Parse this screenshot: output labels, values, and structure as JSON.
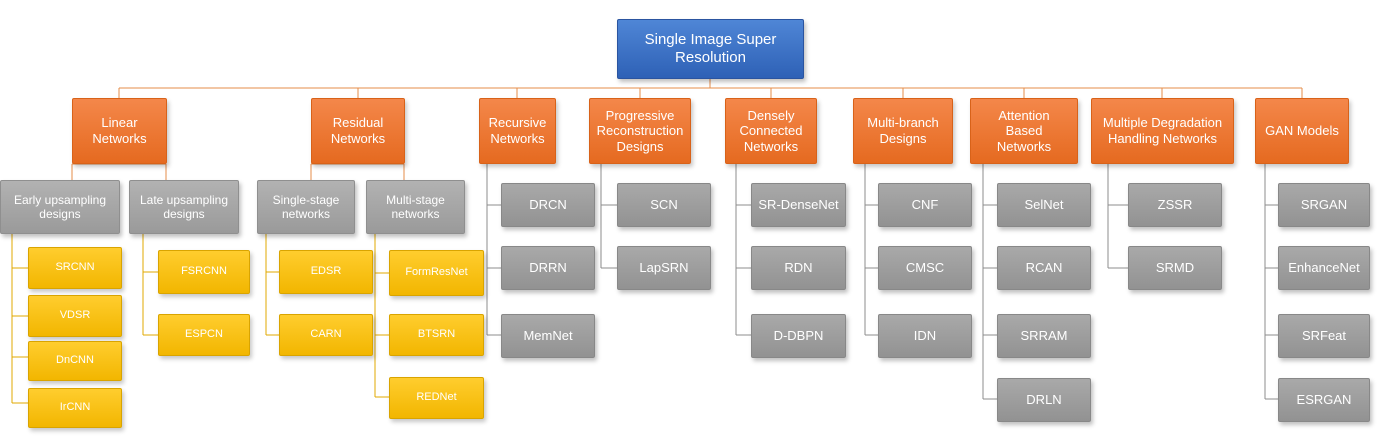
{
  "diagram": {
    "root": "Single Image Super\nResolution",
    "linear": {
      "label": "Linear\nNetworks",
      "early": {
        "label": "Early upsampling\ndesigns",
        "items": [
          "SRCNN",
          "VDSR",
          "DnCNN",
          "IrCNN"
        ]
      },
      "late": {
        "label": "Late upsampling\ndesigns",
        "items": [
          "FSRCNN",
          "ESPCN"
        ]
      }
    },
    "residual": {
      "label": "Residual\nNetworks",
      "single": {
        "label": "Single-stage\nnetworks",
        "items": [
          "EDSR",
          "CARN"
        ]
      },
      "multi": {
        "label": "Multi-stage\nnetworks",
        "items": [
          "FormResNet",
          "BTSRN",
          "REDNet"
        ]
      }
    },
    "recursive": {
      "label": "Recursive\nNetworks",
      "items": [
        "DRCN",
        "DRRN",
        "MemNet"
      ]
    },
    "progressive": {
      "label": "Progressive\nReconstruction\nDesigns",
      "items": [
        "SCN",
        "LapSRN"
      ]
    },
    "dense": {
      "label": "Densely\nConnected\nNetworks",
      "items": [
        "SR-DenseNet",
        "RDN",
        "D-DBPN"
      ]
    },
    "multibranch": {
      "label": "Multi-branch\nDesigns",
      "items": [
        "CNF",
        "CMSC",
        "IDN"
      ]
    },
    "attention": {
      "label": "Attention\nBased\nNetworks",
      "items": [
        "SelNet",
        "RCAN",
        "SRRAM",
        "DRLN"
      ]
    },
    "degradation": {
      "label": "Multiple Degradation\nHandling Networks",
      "items": [
        "ZSSR",
        "SRMD"
      ]
    },
    "gan": {
      "label": "GAN Models",
      "items": [
        "SRGAN",
        "EnhanceNet",
        "SRFeat",
        "ESRGAN"
      ]
    }
  },
  "colors": {
    "root": "#3a6fc4",
    "category": "#ef7a35",
    "subcategory": "#a6a6a6",
    "method_linear_residual": "#ffc000",
    "method_other": "#a0a0a0",
    "connector_orange": "#e58c4a",
    "connector_gray": "#8c8c8c",
    "connector_yellow": "#e0a800"
  }
}
